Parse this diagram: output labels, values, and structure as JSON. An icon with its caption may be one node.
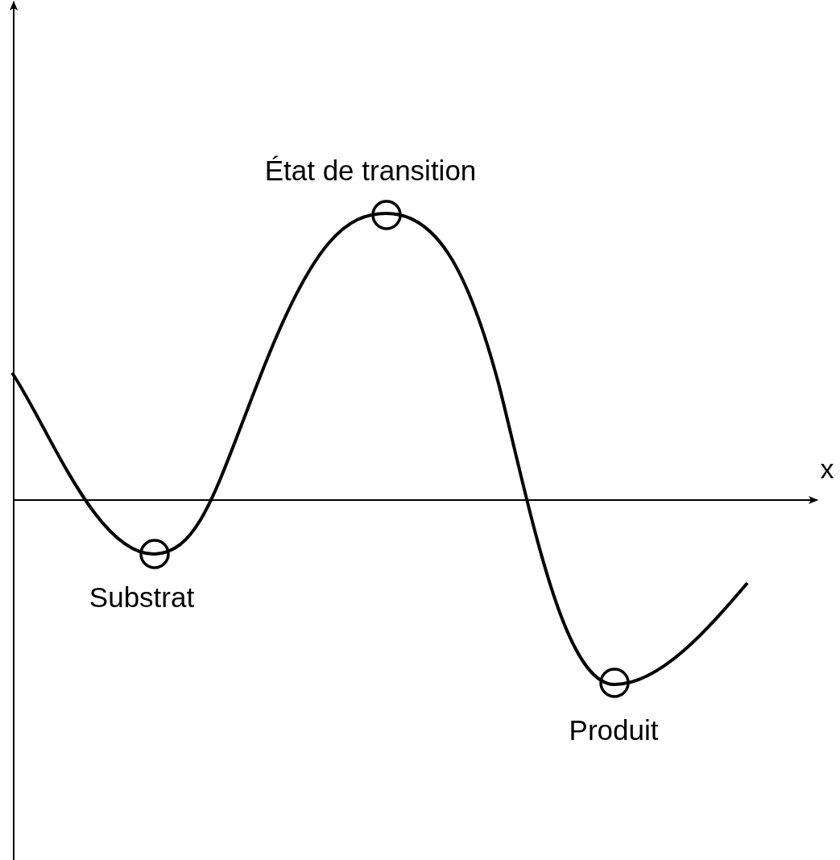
{
  "diagram": {
    "labels": [
      "x",
      "État de transition",
      "Substrat",
      "Produit"
    ]
  }
}
